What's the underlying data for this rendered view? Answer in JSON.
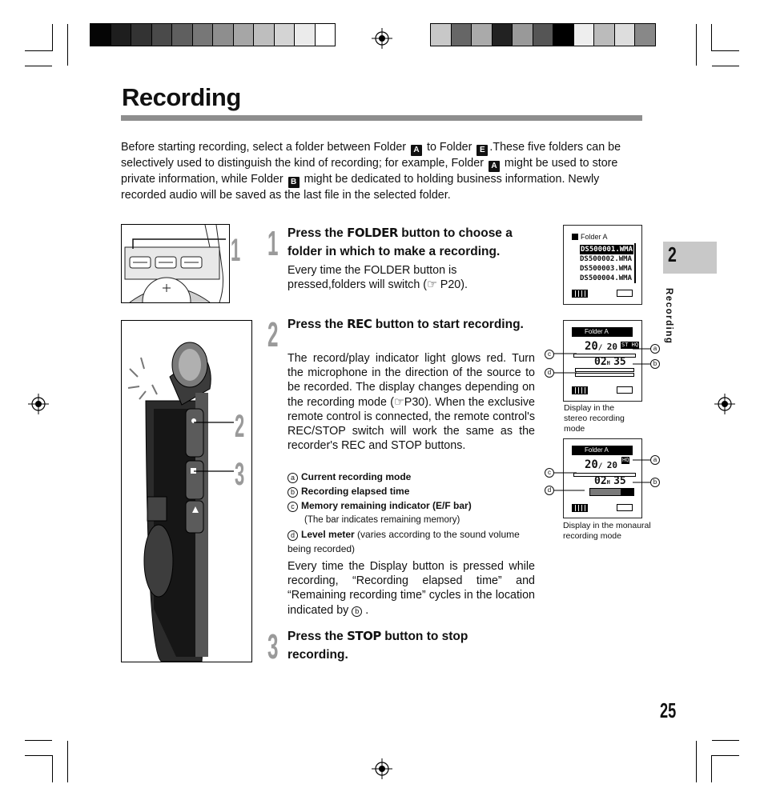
{
  "page": {
    "title": "Recording",
    "intro_parts": [
      "Before starting recording, select a folder between Folder ",
      "A",
      " to Folder ",
      "E",
      ".These five folders can be selectively used to distinguish the kind of recording; for example, Folder ",
      "A",
      " might be used to store private information, while Folder ",
      "B",
      " might be dedicated to holding business information. Newly recorded audio will be saved as the last file in the selected folder."
    ],
    "chapter_tab": "2",
    "side_label": "Recording",
    "page_number": "25"
  },
  "colors": {
    "left_bar": [
      "#050505",
      "#1e1e1e",
      "#333333",
      "#4a4a4a",
      "#5f5f5f",
      "#777777",
      "#8e8e8e",
      "#a6a6a6",
      "#bebebe",
      "#d4d4d4",
      "#ebebeb",
      "#ffffff"
    ],
    "right_bar": [
      "#c8c8c8",
      "#666666",
      "#aaaaaa",
      "#222222",
      "#999999",
      "#555555",
      "#000000",
      "#eeeeee",
      "#bbbbbb",
      "#dddddd",
      "#888888"
    ]
  },
  "steps": [
    {
      "number": "1",
      "head_pre": "Press the ",
      "keyword": "FOLDER",
      "head_post": " button to choose a folder in which to make a recording.",
      "body": "Every time the FOLDER button is pressed,folders will switch (☞ P20)."
    },
    {
      "number": "2",
      "head_pre": "Press the ",
      "keyword": "REC",
      "head_post": " button to start recording.",
      "body": "The record/play indicator light glows red. Turn the microphone in the direction of the source to be recorded. The display changes depending on the recording mode (☞P30). When the exclusive remote control is connected, the remote control's REC/STOP switch will work the same as the recorder's REC and STOP buttons.",
      "legend": [
        {
          "mark": "a",
          "label": "Current recording mode",
          "note": ""
        },
        {
          "mark": "b",
          "label": "Recording elapsed time",
          "note": ""
        },
        {
          "mark": "c",
          "label": "Memory remaining indicator (E/F bar)",
          "note": "(The bar indicates remaining memory)"
        },
        {
          "mark": "d",
          "label": "Level meter",
          "note": " (varies according to the sound volume being recorded)"
        }
      ],
      "body2": "Every time the Display button is pressed while recording, “Recording elapsed time” and “Remaining recording time” cycles in the location indicated by",
      "body2_mark": "b",
      "body2_end": "."
    },
    {
      "number": "3",
      "head_pre": "Press the ",
      "keyword": "STOP",
      "head_post": " button to stop recording."
    }
  ],
  "figures": {
    "device_callouts": [
      "1",
      "2",
      "3"
    ],
    "lcd1": {
      "folder": "Folder  A",
      "files": [
        "DS500001.WMA",
        "DS500002.WMA",
        "DS500003.WMA",
        "DS500004.WMA"
      ]
    },
    "lcd2": {
      "folder": "Folder  A",
      "count": "20",
      "total": "20",
      "mode": "ST HQ",
      "time_h": "02",
      "time_m": "35",
      "caption": "Display in the stereo recording mode"
    },
    "lcd3": {
      "folder": "Folder  A",
      "count": "20",
      "total": "20",
      "mode": "HQ",
      "time_h": "02",
      "time_m": "35",
      "caption": "Display in the monaural recording mode"
    },
    "lcd_marks": [
      "a",
      "b",
      "c",
      "d"
    ]
  }
}
